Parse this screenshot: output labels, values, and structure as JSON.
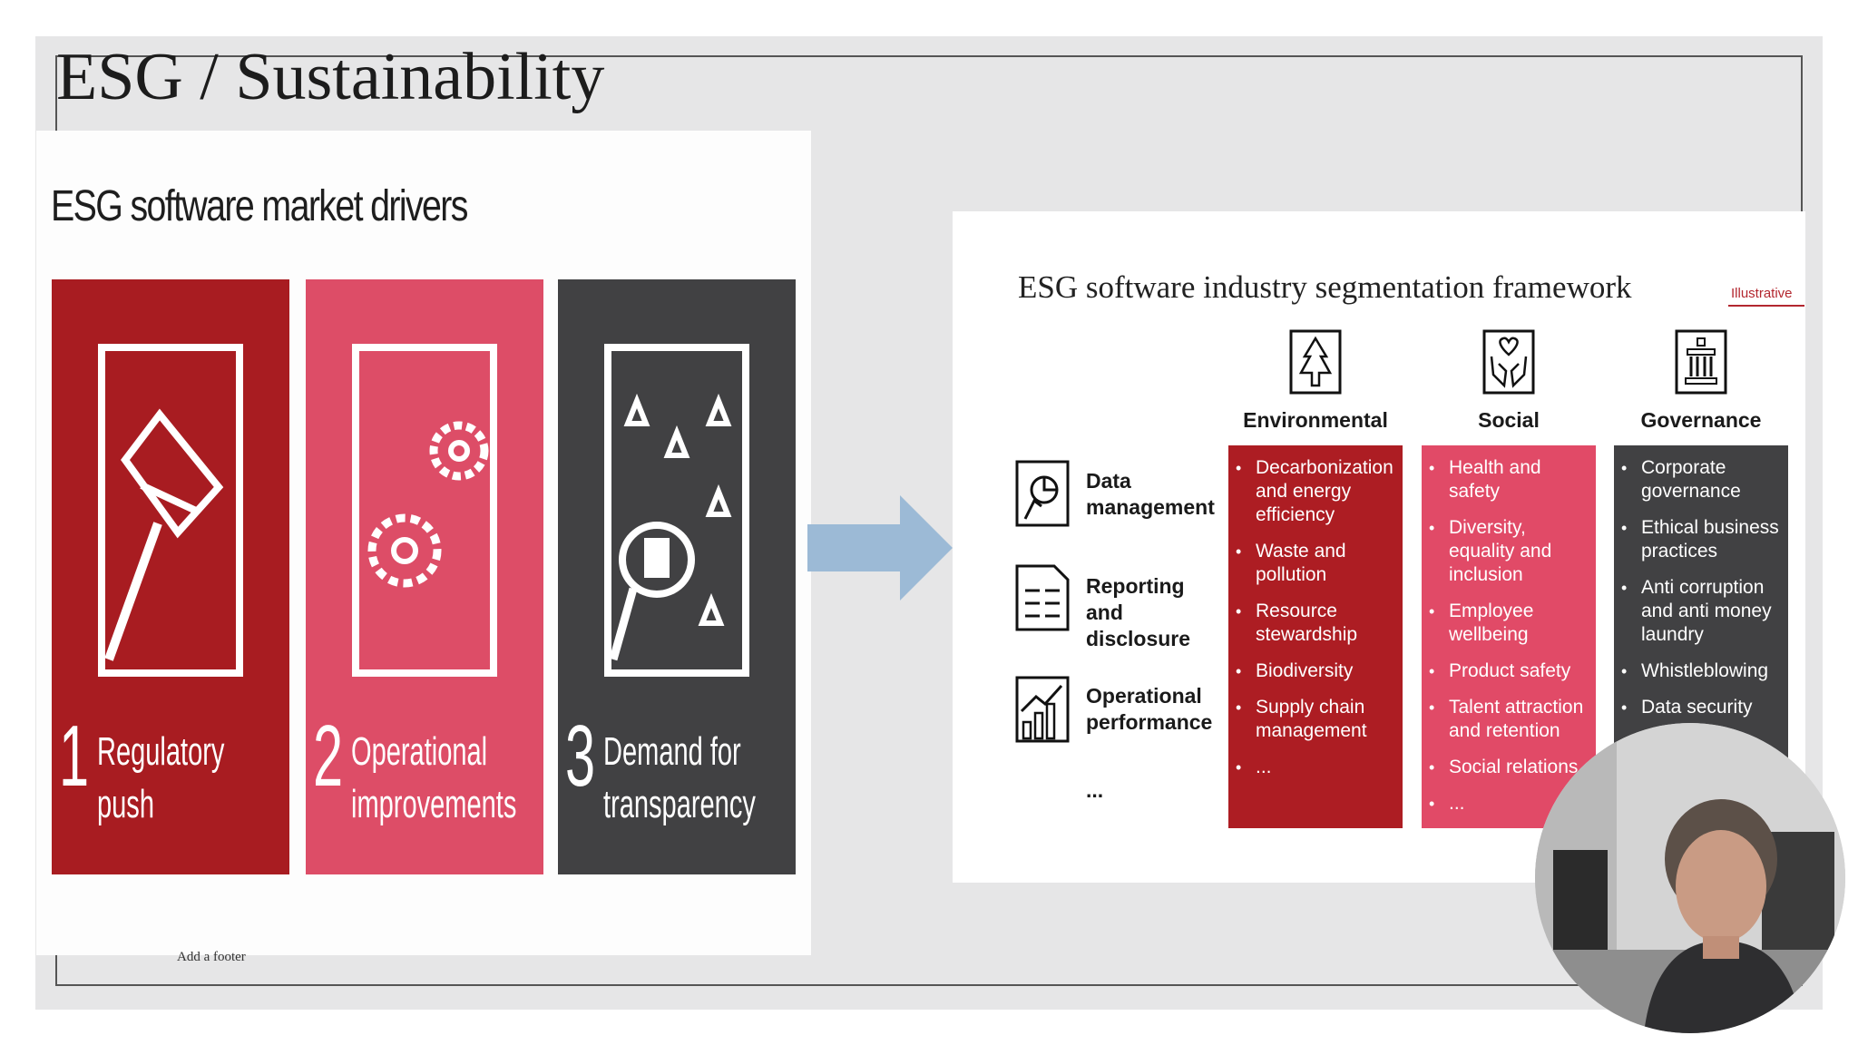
{
  "slide": {
    "title": "ESG / Sustainability",
    "footer": "Add a footer"
  },
  "left_image": {
    "heading": "ESG software market drivers",
    "cards": [
      {
        "number": "1",
        "label": "Regulatory push",
        "color": "#a81c21",
        "icon": "gavel-icon"
      },
      {
        "number": "2",
        "label": "Operational improvements",
        "color": "#dd4d67",
        "icon": "gears-icon"
      },
      {
        "number": "3",
        "label": "Demand for transparency",
        "color": "#414143",
        "icon": "magnifier-icon"
      }
    ]
  },
  "right_image": {
    "heading": "ESG software industry segmentation framework",
    "tag": "Illustrative",
    "columns": [
      {
        "header": "Environmental",
        "icon": "tree-icon",
        "color": "#ad1d23",
        "items": [
          "Decarbonization and energy efficiency",
          "Waste and pollution",
          "Resource stewardship",
          "Biodiversity",
          "Supply chain management",
          "..."
        ]
      },
      {
        "header": "Social",
        "icon": "hands-heart-icon",
        "color": "#e14a67",
        "items": [
          "Health and safety",
          "Diversity, equality and inclusion",
          "Employee wellbeing",
          "Product safety",
          "Talent attraction and retention",
          "Social relations",
          "..."
        ]
      },
      {
        "header": "Governance",
        "icon": "building-icon",
        "color": "#414143",
        "items": [
          "Corporate governance",
          "Ethical business practices",
          "Anti corruption and anti money laundry",
          "Whistleblowing",
          "Data security"
        ]
      }
    ],
    "rows": [
      {
        "label": "Data management",
        "icon": "data-management-icon"
      },
      {
        "label": "Reporting and disclosure",
        "icon": "report-icon"
      },
      {
        "label": "Operational performance",
        "icon": "growth-chart-icon"
      },
      {
        "label": "..."
      }
    ]
  },
  "webcam": {
    "icon": "presenter-video-icon"
  }
}
